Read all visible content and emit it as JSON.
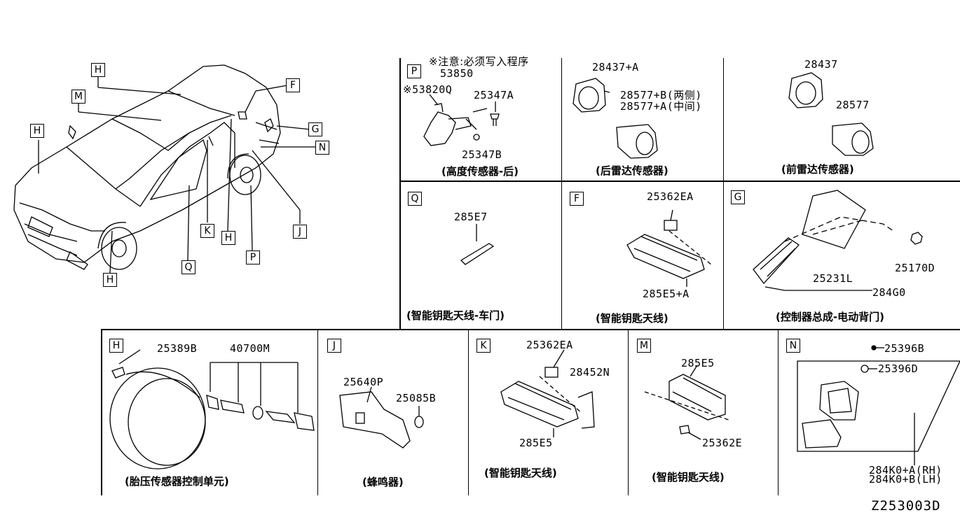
{
  "diagram_id": "Z253003D",
  "overview_callouts": [
    "H",
    "M",
    "H",
    "F",
    "G",
    "N",
    "K",
    "H",
    "J",
    "Q",
    "P",
    "H"
  ],
  "panels": {
    "P": {
      "letter": "P",
      "note": "※注意:必须写入程序",
      "parts": [
        "53850",
        "※53820Q",
        "25347A",
        "25347B"
      ],
      "caption": "(高度传感器-后)"
    },
    "rear_radar": {
      "parts": [
        "28437+A",
        "28577+B(两侧)",
        "28577+A(中间)"
      ],
      "caption": "(后雷达传感器)"
    },
    "front_radar": {
      "parts": [
        "28437",
        "28577"
      ],
      "caption": "(前雷达传感器)"
    },
    "Q": {
      "letter": "Q",
      "parts": [
        "285E7"
      ],
      "caption": "(智能钥匙天线-车门)"
    },
    "F": {
      "letter": "F",
      "parts": [
        "25362EA",
        "285E5+A"
      ],
      "caption": "(智能钥匙天线)"
    },
    "G": {
      "letter": "G",
      "parts": [
        "25231L",
        "284G0",
        "25170D"
      ],
      "caption": "(控制器总成-电动背门)"
    },
    "H": {
      "letter": "H",
      "parts": [
        "25389B",
        "40700M"
      ],
      "caption": "(胎压传感器控制单元)"
    },
    "J": {
      "letter": "J",
      "parts": [
        "25640P",
        "25085B"
      ],
      "caption": "(蜂鸣器)"
    },
    "K": {
      "letter": "K",
      "parts": [
        "25362EA",
        "28452N",
        "285E5"
      ],
      "caption": "(智能钥匙天线)"
    },
    "M": {
      "letter": "M",
      "parts": [
        "285E5",
        "25362E"
      ],
      "caption": "(智能钥匙天线)"
    },
    "N": {
      "letter": "N",
      "parts": [
        "25396B",
        "25396D",
        "284K0+A(RH)",
        "284K0+B(LH)"
      ]
    }
  }
}
